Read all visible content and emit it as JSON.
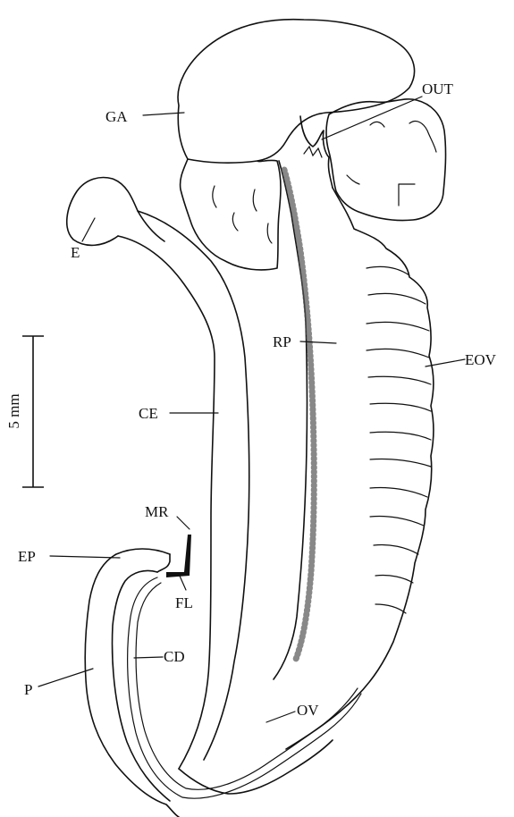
{
  "labels": {
    "ga": "GA",
    "out": "OUT",
    "e": "E",
    "rp": "RP",
    "eov": "EOV",
    "ce": "CE",
    "mr": "MR",
    "ep": "EP",
    "fl": "FL",
    "cd": "CD",
    "p": "P",
    "ov": "OV"
  },
  "scale_bar": {
    "label": "5 mm"
  }
}
